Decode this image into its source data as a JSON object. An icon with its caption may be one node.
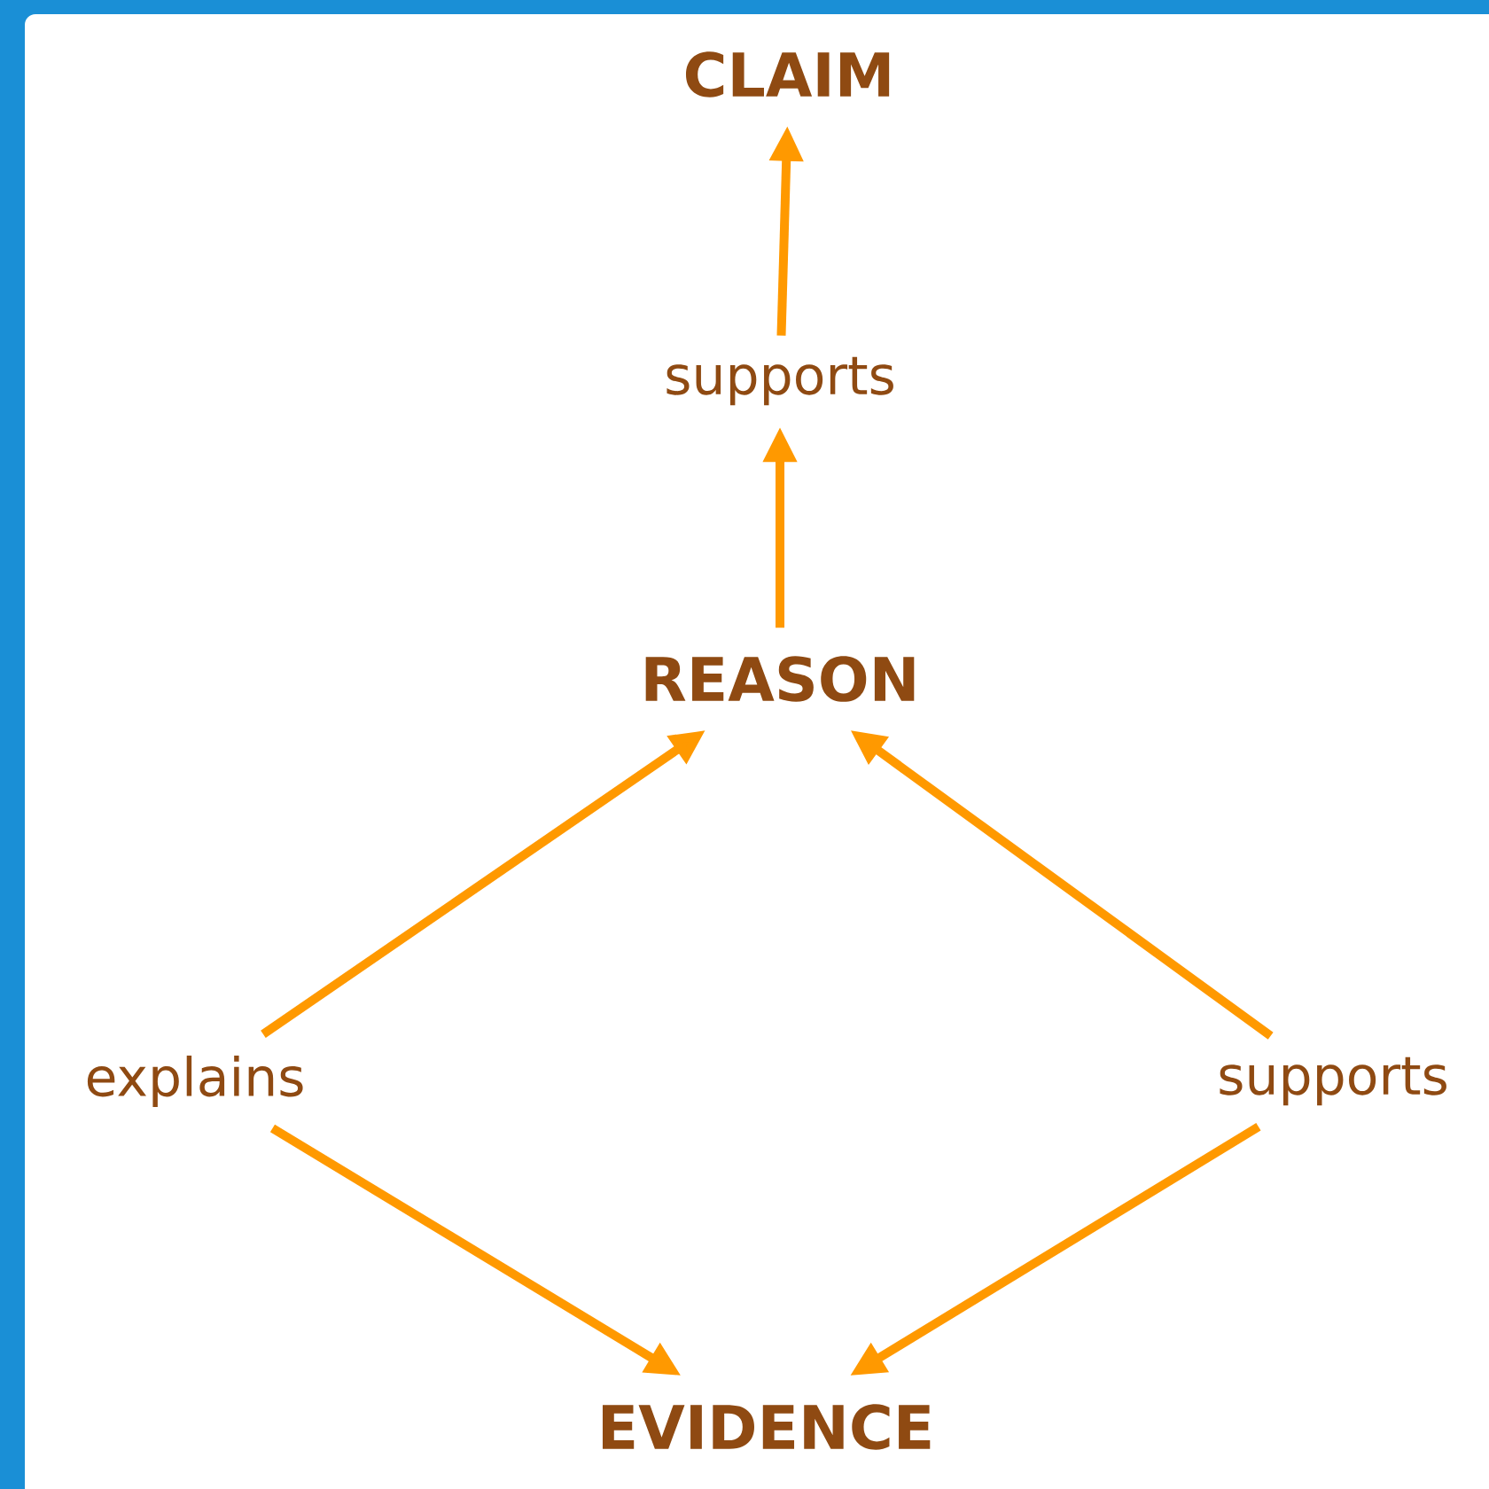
{
  "diagram": {
    "nodes": [
      {
        "text": [
          "CLAIM"
        ]
      },
      {
        "text": [
          "supports"
        ]
      },
      {
        "text": [
          "REASON"
        ]
      },
      {
        "text": [
          "explains"
        ]
      },
      {
        "text": [
          "supports"
        ]
      },
      {
        "text": [
          "EVIDENCE"
        ]
      }
    ],
    "edges": [
      {
        "from": 1,
        "to": 0,
        "arrow": "to"
      },
      {
        "from": 2,
        "to": 1,
        "arrow": "to"
      },
      {
        "from": 3,
        "to": 2,
        "arrow": "to"
      },
      {
        "from": 3,
        "to": 5,
        "arrow": "to"
      },
      {
        "from": 4,
        "to": 2,
        "arrow": "to"
      },
      {
        "from": 4,
        "to": 5,
        "arrow": "to"
      }
    ]
  }
}
